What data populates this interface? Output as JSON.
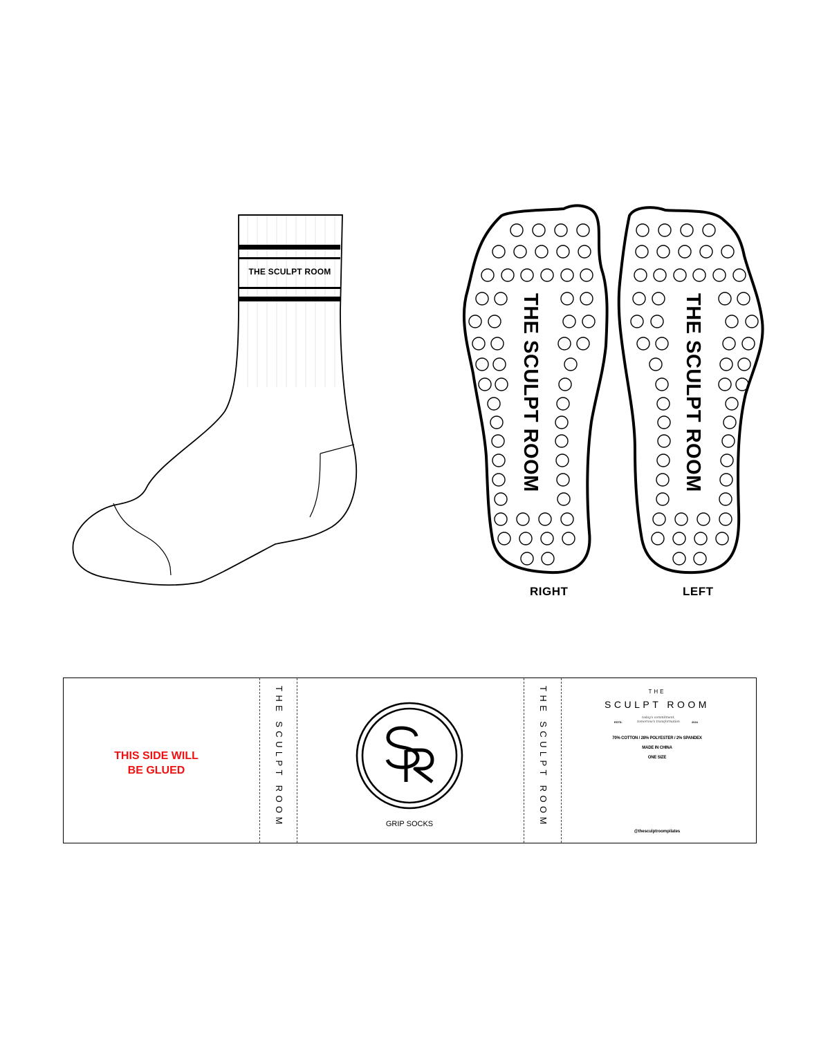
{
  "colors": {
    "outline": "#000000",
    "background": "#ffffff",
    "glue_warning": "#ee1111",
    "rib_lines": "#dddddd"
  },
  "sock": {
    "cuff_text": "THE SCULPT ROOM",
    "stripes": 4
  },
  "soles": {
    "right": {
      "caption": "RIGHT",
      "text": "THE SCULPT ROOM"
    },
    "left": {
      "caption": "LEFT",
      "text": "THE SCULPT ROOM"
    },
    "grip_icon": "circle-outline"
  },
  "label": {
    "glue_panel": {
      "line1": "THIS SIDE WILL",
      "line2": "BE GLUED"
    },
    "side_panel_left": {
      "text": "THE SCULPT ROOM"
    },
    "front_panel": {
      "logo_monogram": "SR",
      "logo_icon": "sr-monogram-in-double-circle",
      "product": "GRIP SOCKS"
    },
    "side_panel_right": {
      "text": "THE SCULPT ROOM"
    },
    "back_panel": {
      "brand_small": "THE",
      "brand_name": "SCULPT ROOM",
      "estd_label": "ESTD.",
      "tagline_line1": "today's commitment,",
      "tagline_line2": "tomorrow's transformation",
      "year": "2024",
      "material": "70% COTTON / 28% POLYESTER / 2% SPANDEX",
      "origin": "MADE IN CHINA",
      "size": "ONE SIZE",
      "handle": "@thesculptroompilates"
    }
  }
}
